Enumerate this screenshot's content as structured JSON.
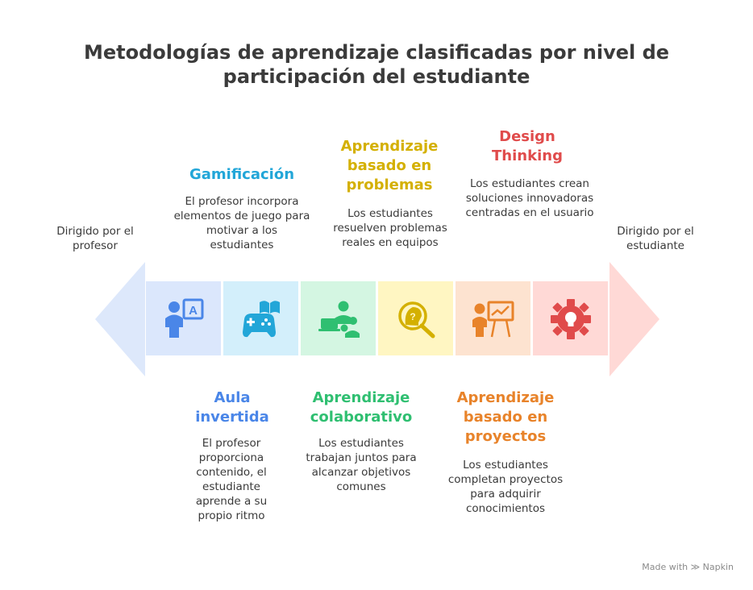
{
  "title": "Metodologías de aprendizaje clasificadas por nivel de participación del estudiante",
  "left_label": "Dirigido por el profesor",
  "right_label": "Dirigido por el estudiante",
  "colors": {
    "left_arrow": "#dde8fb",
    "right_arrow": "#ffd9d6"
  },
  "steps": [
    {
      "name": "Aula invertida",
      "description": "El profesor proporciona contenido, el estudiante aprende a su propio ritmo",
      "color": "#4a86e8",
      "bg": "#dbe7fc",
      "icon": "teacher-board-icon",
      "position": "bottom"
    },
    {
      "name": "Gamificación",
      "description": "El profesor incorpora elementos de juego para motivar a los estudiantes",
      "color": "#22a6d8",
      "bg": "#d3effb",
      "icon": "gamepad-book-icon",
      "position": "top"
    },
    {
      "name": "Aprendizaje colaborativo",
      "description": "Los estudiantes trabajan juntos para alcanzar objetivos comunes",
      "color": "#2fbf71",
      "bg": "#d4f6e2",
      "icon": "collaboration-icon",
      "position": "bottom"
    },
    {
      "name": "Aprendizaje basado en problemas",
      "description": "Los estudiantes resuelven problemas reales en equipos",
      "color": "#d4b000",
      "bg": "#fff6c2",
      "icon": "problem-search-icon",
      "position": "top"
    },
    {
      "name": "Aprendizaje basado en proyectos",
      "description": "Los estudiantes completan proyectos para adquirir conocimientos",
      "color": "#e8832a",
      "bg": "#fde3d0",
      "icon": "presentation-icon",
      "position": "bottom"
    },
    {
      "name": "Design Thinking",
      "description": "Los estudiantes crean soluciones innovadoras centradas en el usuario",
      "color": "#e04b4b",
      "bg": "#ffd9d6",
      "icon": "gear-lightbulb-icon",
      "position": "top"
    }
  ],
  "footer": {
    "made_with": "Made with",
    "brand": "Napkin"
  }
}
